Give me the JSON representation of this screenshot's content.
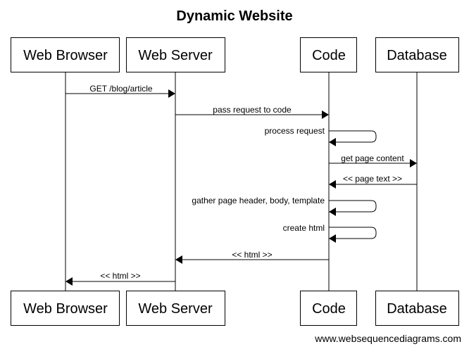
{
  "title": "Dynamic Website",
  "participants": [
    "Web Browser",
    "Web Server",
    "Code",
    "Database"
  ],
  "messages": [
    {
      "from": 0,
      "to": 1,
      "label": "GET /blog/article",
      "type": "call"
    },
    {
      "from": 1,
      "to": 2,
      "label": "pass request to code",
      "type": "call"
    },
    {
      "from": 2,
      "to": 2,
      "label": "process request",
      "type": "self"
    },
    {
      "from": 2,
      "to": 3,
      "label": "get page content",
      "type": "call"
    },
    {
      "from": 3,
      "to": 2,
      "label": "<< page text >>",
      "type": "return"
    },
    {
      "from": 2,
      "to": 2,
      "label": "gather page header, body, template",
      "type": "self"
    },
    {
      "from": 2,
      "to": 2,
      "label": "create html",
      "type": "self"
    },
    {
      "from": 2,
      "to": 1,
      "label": "<< html >>",
      "type": "return"
    },
    {
      "from": 1,
      "to": 0,
      "label": "<< html >>",
      "type": "return"
    }
  ],
  "footer": "www.websequencediagrams.com"
}
